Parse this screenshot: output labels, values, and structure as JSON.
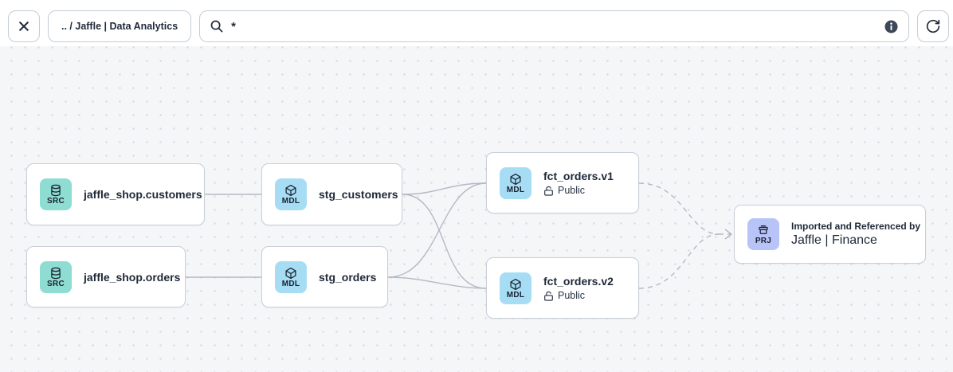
{
  "toolbar": {
    "close_button": {
      "icon": "x"
    },
    "breadcrumb": {
      "label": ".. / Jaffle | Data Analytics"
    },
    "search": {
      "value": "*",
      "left_icon": "magnifier",
      "right_icon": "info-filled"
    },
    "refresh_button": {
      "icon": "refresh-clockwise"
    }
  },
  "graph": {
    "nodes": [
      {
        "id": "jaffle_shop.customers",
        "type": "source",
        "badge": "SRC",
        "label": "jaffle_shop.customers"
      },
      {
        "id": "jaffle_shop.orders",
        "type": "source",
        "badge": "SRC",
        "label": "jaffle_shop.orders"
      },
      {
        "id": "stg_customers",
        "type": "model",
        "badge": "MDL",
        "label": "stg_customers"
      },
      {
        "id": "stg_orders",
        "type": "model",
        "badge": "MDL",
        "label": "stg_orders"
      },
      {
        "id": "fct_orders.v1",
        "type": "model",
        "badge": "MDL",
        "label": "fct_orders.v1",
        "access": "Public"
      },
      {
        "id": "fct_orders.v2",
        "type": "model",
        "badge": "MDL",
        "label": "fct_orders.v2",
        "access": "Public"
      },
      {
        "id": "jaffle_finance",
        "type": "project",
        "badge": "PRJ",
        "caption": "Imported and Referenced by",
        "label": "Jaffle | Finance"
      }
    ],
    "edges": [
      {
        "from": "jaffle_shop.customers",
        "to": "stg_customers",
        "style": "solid"
      },
      {
        "from": "jaffle_shop.orders",
        "to": "stg_orders",
        "style": "solid"
      },
      {
        "from": "stg_customers",
        "to": "fct_orders.v1",
        "style": "solid"
      },
      {
        "from": "stg_customers",
        "to": "fct_orders.v2",
        "style": "solid"
      },
      {
        "from": "stg_orders",
        "to": "fct_orders.v1",
        "style": "solid"
      },
      {
        "from": "stg_orders",
        "to": "fct_orders.v2",
        "style": "solid"
      },
      {
        "from": "fct_orders.v1",
        "to": "jaffle_finance",
        "style": "dashed"
      },
      {
        "from": "fct_orders.v2",
        "to": "jaffle_finance",
        "style": "dashed"
      }
    ]
  },
  "colors": {
    "canvas_bg": "#f4f6f8",
    "canvas_dot": "#d7dbe1",
    "edge": "#b3bac4",
    "node_border": "#c8cfd8",
    "text": "#1e2838",
    "source_tile": "#8edcd2",
    "model_tile": "#a6ddf4",
    "project_tile": "#b8c3f7",
    "info_icon_bg": "#3c4757"
  }
}
